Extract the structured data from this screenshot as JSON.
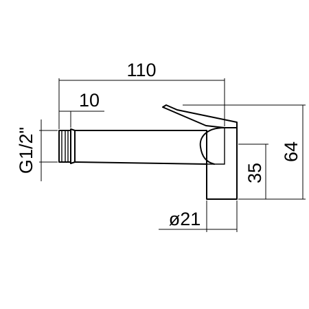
{
  "dimensions": {
    "overall_length": "110",
    "thread_length": "10",
    "thread_size": "G1/2\"",
    "height": "64",
    "body_height": "35",
    "diameter": "ø21"
  }
}
